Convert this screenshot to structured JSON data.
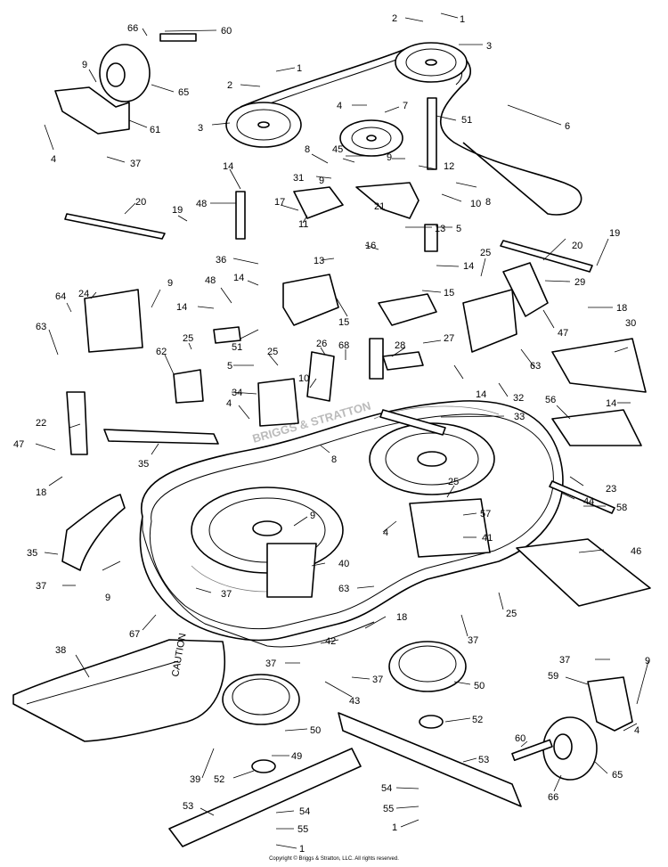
{
  "copyright": "Copyright © Briggs & Stratton, LLC. All rights reserved.",
  "caution_text": "CAUTION",
  "watermark_text": "BRIGGS & STRATTON",
  "callouts": [
    "1",
    "2",
    "3",
    "4",
    "5",
    "6",
    "7",
    "8",
    "9",
    "10",
    "11",
    "12",
    "13",
    "14",
    "15",
    "16",
    "17",
    "18",
    "19",
    "20",
    "21",
    "22",
    "23",
    "24",
    "25",
    "26",
    "27",
    "28",
    "29",
    "30",
    "31",
    "32",
    "33",
    "34",
    "35",
    "36",
    "37",
    "38",
    "39",
    "40",
    "41",
    "42",
    "43",
    "44",
    "45",
    "46",
    "47",
    "48",
    "49",
    "50",
    "51",
    "52",
    "53",
    "54",
    "55",
    "56",
    "57",
    "58",
    "59",
    "60",
    "61",
    "62",
    "63",
    "64",
    "65",
    "66",
    "67",
    "68"
  ]
}
